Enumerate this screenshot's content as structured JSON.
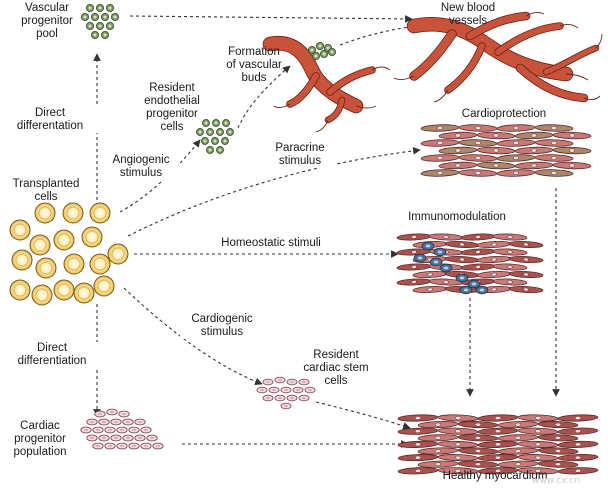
{
  "labels": {
    "vascular_pool": "Vascular\nprogenitor\npool",
    "new_vessels": "New blood\nvessels",
    "vascular_buds": "Formation\nof vascular\nbuds",
    "resident_endothelial": "Resident\nendothelial\nprogenitor\ncells",
    "direct_diff_top": "Direct\ndifferentation",
    "angiogenic": "Angiogenic\nstimulus",
    "paracrine": "Paracrine\nstimulus",
    "cardioprotection": "Cardioprotection",
    "transplanted": "Transplanted\ncells",
    "homeostatic": "Homeostatic stimuli",
    "immunomodulation": "Immunomodulation",
    "cardiogenic": "Cardiogenic\nstimulus",
    "direct_diff_bottom": "Direct\ndifferentiation",
    "resident_stem": "Resident\ncardiac stem\ncells",
    "cardiac_progenitor": "Cardiac\nprogenitor\npopulation",
    "healthy": "Healthy myocardium"
  },
  "watermark": "www.cx.cn",
  "colors": {
    "yellow_cell": "#f3d98a",
    "yellow_ring": "#e7b84a",
    "green_cell": "#7f9a64",
    "vessel": "#c9523a",
    "myocyte": "#c87a78",
    "myocyte_dark": "#a8524f",
    "myocyte_tan": "#a9886c",
    "immune_blue": "#4d6f92",
    "progenitor_pink": "#d7a9b4"
  }
}
